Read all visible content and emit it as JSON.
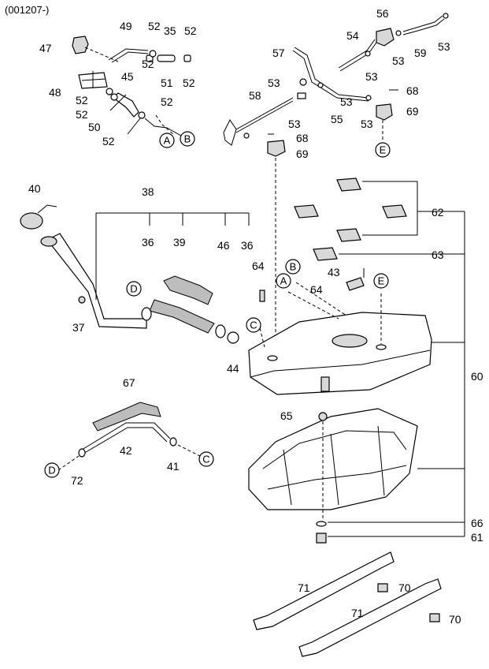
{
  "header": {
    "code": "(001207-)"
  },
  "part_numbers": {
    "p35": "35",
    "p36a": "36",
    "p36b": "36",
    "p37": "37",
    "p38": "38",
    "p39": "39",
    "p40": "40",
    "p41": "41",
    "p42": "42",
    "p43": "43",
    "p44": "44",
    "p45": "45",
    "p46": "46",
    "p47": "47",
    "p48": "48",
    "p49": "49",
    "p50": "50",
    "p51": "51",
    "p52a": "52",
    "p52b": "52",
    "p52c": "52",
    "p52d": "52",
    "p52e": "52",
    "p52f": "52",
    "p52g": "52",
    "p52h": "52",
    "p53a": "53",
    "p53b": "53",
    "p53c": "53",
    "p53d": "53",
    "p53e": "53",
    "p53f": "53",
    "p53g": "53",
    "p54": "54",
    "p55": "55",
    "p56": "56",
    "p57": "57",
    "p58": "58",
    "p59": "59",
    "p60": "60",
    "p61": "61",
    "p62": "62",
    "p63": "63",
    "p64a": "64",
    "p64b": "64",
    "p65": "65",
    "p66": "66",
    "p67": "67",
    "p68a": "68",
    "p68b": "68",
    "p69a": "69",
    "p69b": "69",
    "p70a": "70",
    "p70b": "70",
    "p71a": "71",
    "p71b": "71",
    "p72": "72"
  },
  "connectors": {
    "A1": "A",
    "B1": "B",
    "E1": "E",
    "D1": "D",
    "B2": "B",
    "A2": "A",
    "E2": "E",
    "C1": "C",
    "C2": "C",
    "D2": "D"
  }
}
